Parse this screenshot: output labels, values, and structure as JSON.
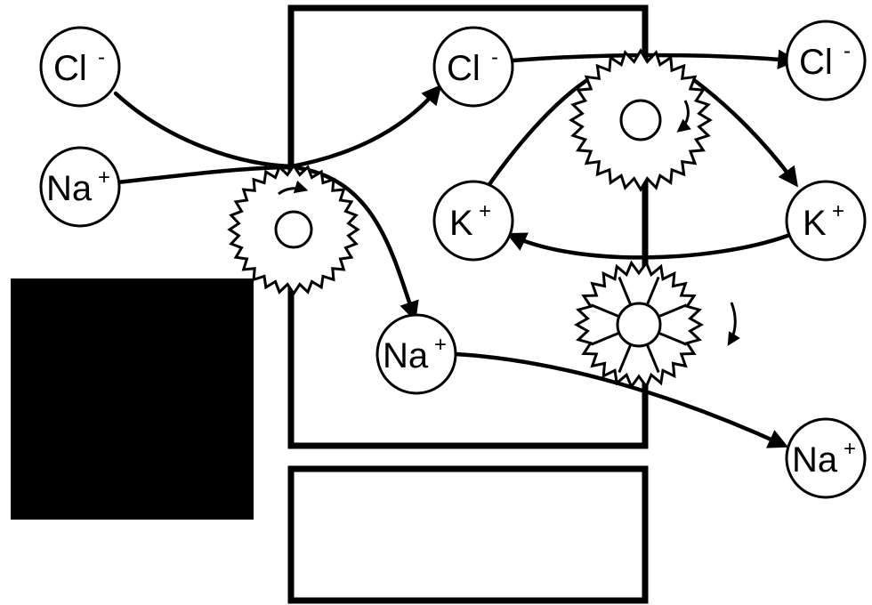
{
  "ions": {
    "cl_left": {
      "symbol": "Cl",
      "charge": "-"
    },
    "na_left": {
      "symbol": "Na",
      "charge": "+"
    },
    "cl_center": {
      "symbol": "Cl",
      "charge": "-"
    },
    "na_center": {
      "symbol": "Na",
      "charge": "+"
    },
    "k_inner": {
      "symbol": "K",
      "charge": "+"
    },
    "cl_right": {
      "symbol": "Cl",
      "charge": "-"
    },
    "k_right": {
      "symbol": "K",
      "charge": "+"
    },
    "na_right": {
      "symbol": "Na",
      "charge": "+"
    }
  },
  "colors": {
    "ink": "#000000",
    "background": "#ffffff"
  }
}
